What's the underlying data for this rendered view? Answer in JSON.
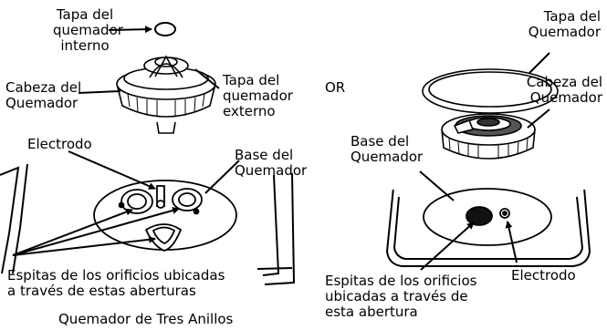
{
  "left_diagram": {
    "inner_cap_label": "Tapa del\nquemador\ninterno",
    "head_label": "Cabeza del\nQuemador",
    "outer_cap_label": "Tapa del\nquemador\nexterno",
    "electrode_label": "Electrodo",
    "base_label": "Base del\nQuemador",
    "orifice_label": "Espitas de los orificios ubicadas\na través de estas aberturas",
    "caption": "Quemador de Tres Anillos"
  },
  "separator_label": "OR",
  "right_diagram": {
    "cap_label": "Tapa del\nQuemador",
    "head_label": "Cabeza del\nQuemador",
    "base_label": "Base del\nQuemador",
    "orifice_label": "Espitas de los orificios\nubicadas a través de\nesta abertura",
    "electrode_label": "Electrodo"
  }
}
